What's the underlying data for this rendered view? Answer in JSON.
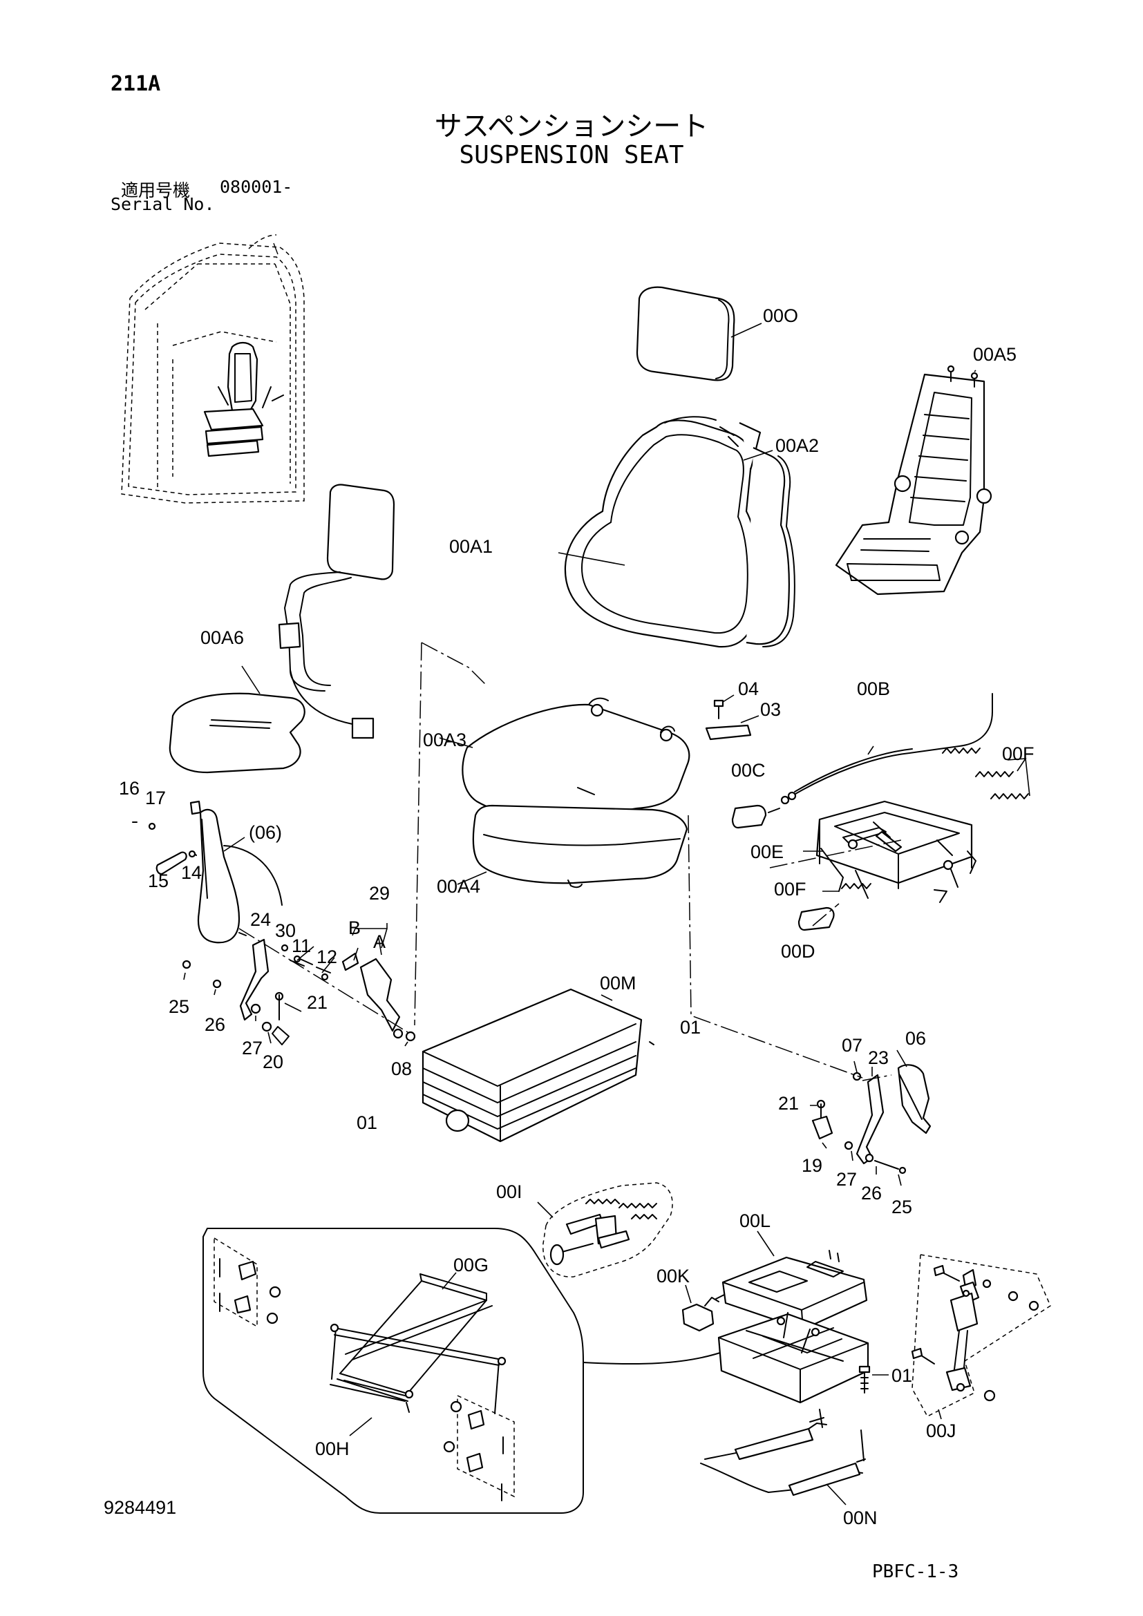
{
  "header": {
    "page_code": "211A",
    "title_jp": "サスペンションシート",
    "title_en": "SUSPENSION SEAT",
    "serial_label_jp": "適用号機",
    "serial_value": "080001-",
    "serial_label_en": "Serial No."
  },
  "footer": {
    "doc_number": "9284491",
    "page_ref": "PBFC-1-3"
  },
  "callouts": {
    "c00O": "00O",
    "c00A5": "00A5",
    "c00A2": "00A2",
    "c00A1": "00A1",
    "c00A6": "00A6",
    "c04": "04",
    "c03": "03",
    "c00B": "00B",
    "c00F_top": "00F",
    "c00A3": "00A3",
    "c00C": "00C",
    "c00E": "00E",
    "c00A4": "00A4",
    "c00F_mid": "00F",
    "c00D": "00D",
    "c16": "16",
    "c17": "17",
    "c06_paren": "(06)",
    "c14": "14",
    "c15": "15",
    "c29": "29",
    "cB": "B",
    "cA": "A",
    "c24": "24",
    "c30": "30",
    "c11": "11",
    "c12": "12",
    "c25_left": "25",
    "c21_left": "21",
    "c26_left": "26",
    "c27_left": "27",
    "c20": "20",
    "c08": "08",
    "c00M": "00M",
    "c01_top": "01",
    "c01_left": "01",
    "c07": "07",
    "c06": "06",
    "c23": "23",
    "c21_right": "21",
    "c19": "19",
    "c27_right": "27",
    "c26_right": "26",
    "c25_right": "25",
    "c00I": "00I",
    "c00G": "00G",
    "c00L": "00L",
    "c00K": "00K",
    "c01_bottom": "01",
    "c00J": "00J",
    "c00H": "00H",
    "c00N": "00N"
  }
}
